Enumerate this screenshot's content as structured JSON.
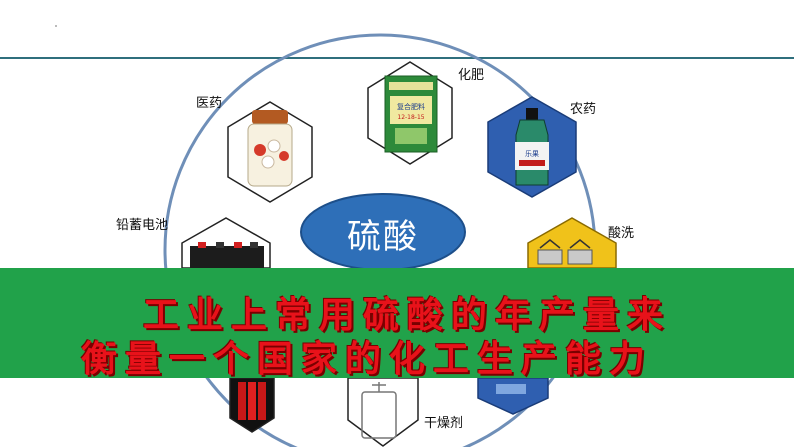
{
  "center": {
    "label": "硫酸"
  },
  "nodes": [
    {
      "key": "fertilizer",
      "label": "化肥",
      "package_text": "复合肥料",
      "package_sub": "12-18-15"
    },
    {
      "key": "pesticide",
      "label": "农药",
      "bottle_text": "乐果"
    },
    {
      "key": "pickling",
      "label": "酸洗"
    },
    {
      "key": "desiccant",
      "label": "干燥剂"
    },
    {
      "key": "medicine",
      "label": "医药"
    },
    {
      "key": "lead-acid-battery",
      "label": "铅蓄电池"
    }
  ],
  "banner": {
    "line1": "工业上常用硫酸的年产量来",
    "line2": "衡量一个国家的化工生产能力"
  },
  "colors": {
    "ring": "#6f8fb8",
    "center_fill": "#2e6fb8",
    "banner_bg": "#21a24a",
    "banner_text": "#e8121a",
    "top_rule": "#2f6f7d"
  }
}
